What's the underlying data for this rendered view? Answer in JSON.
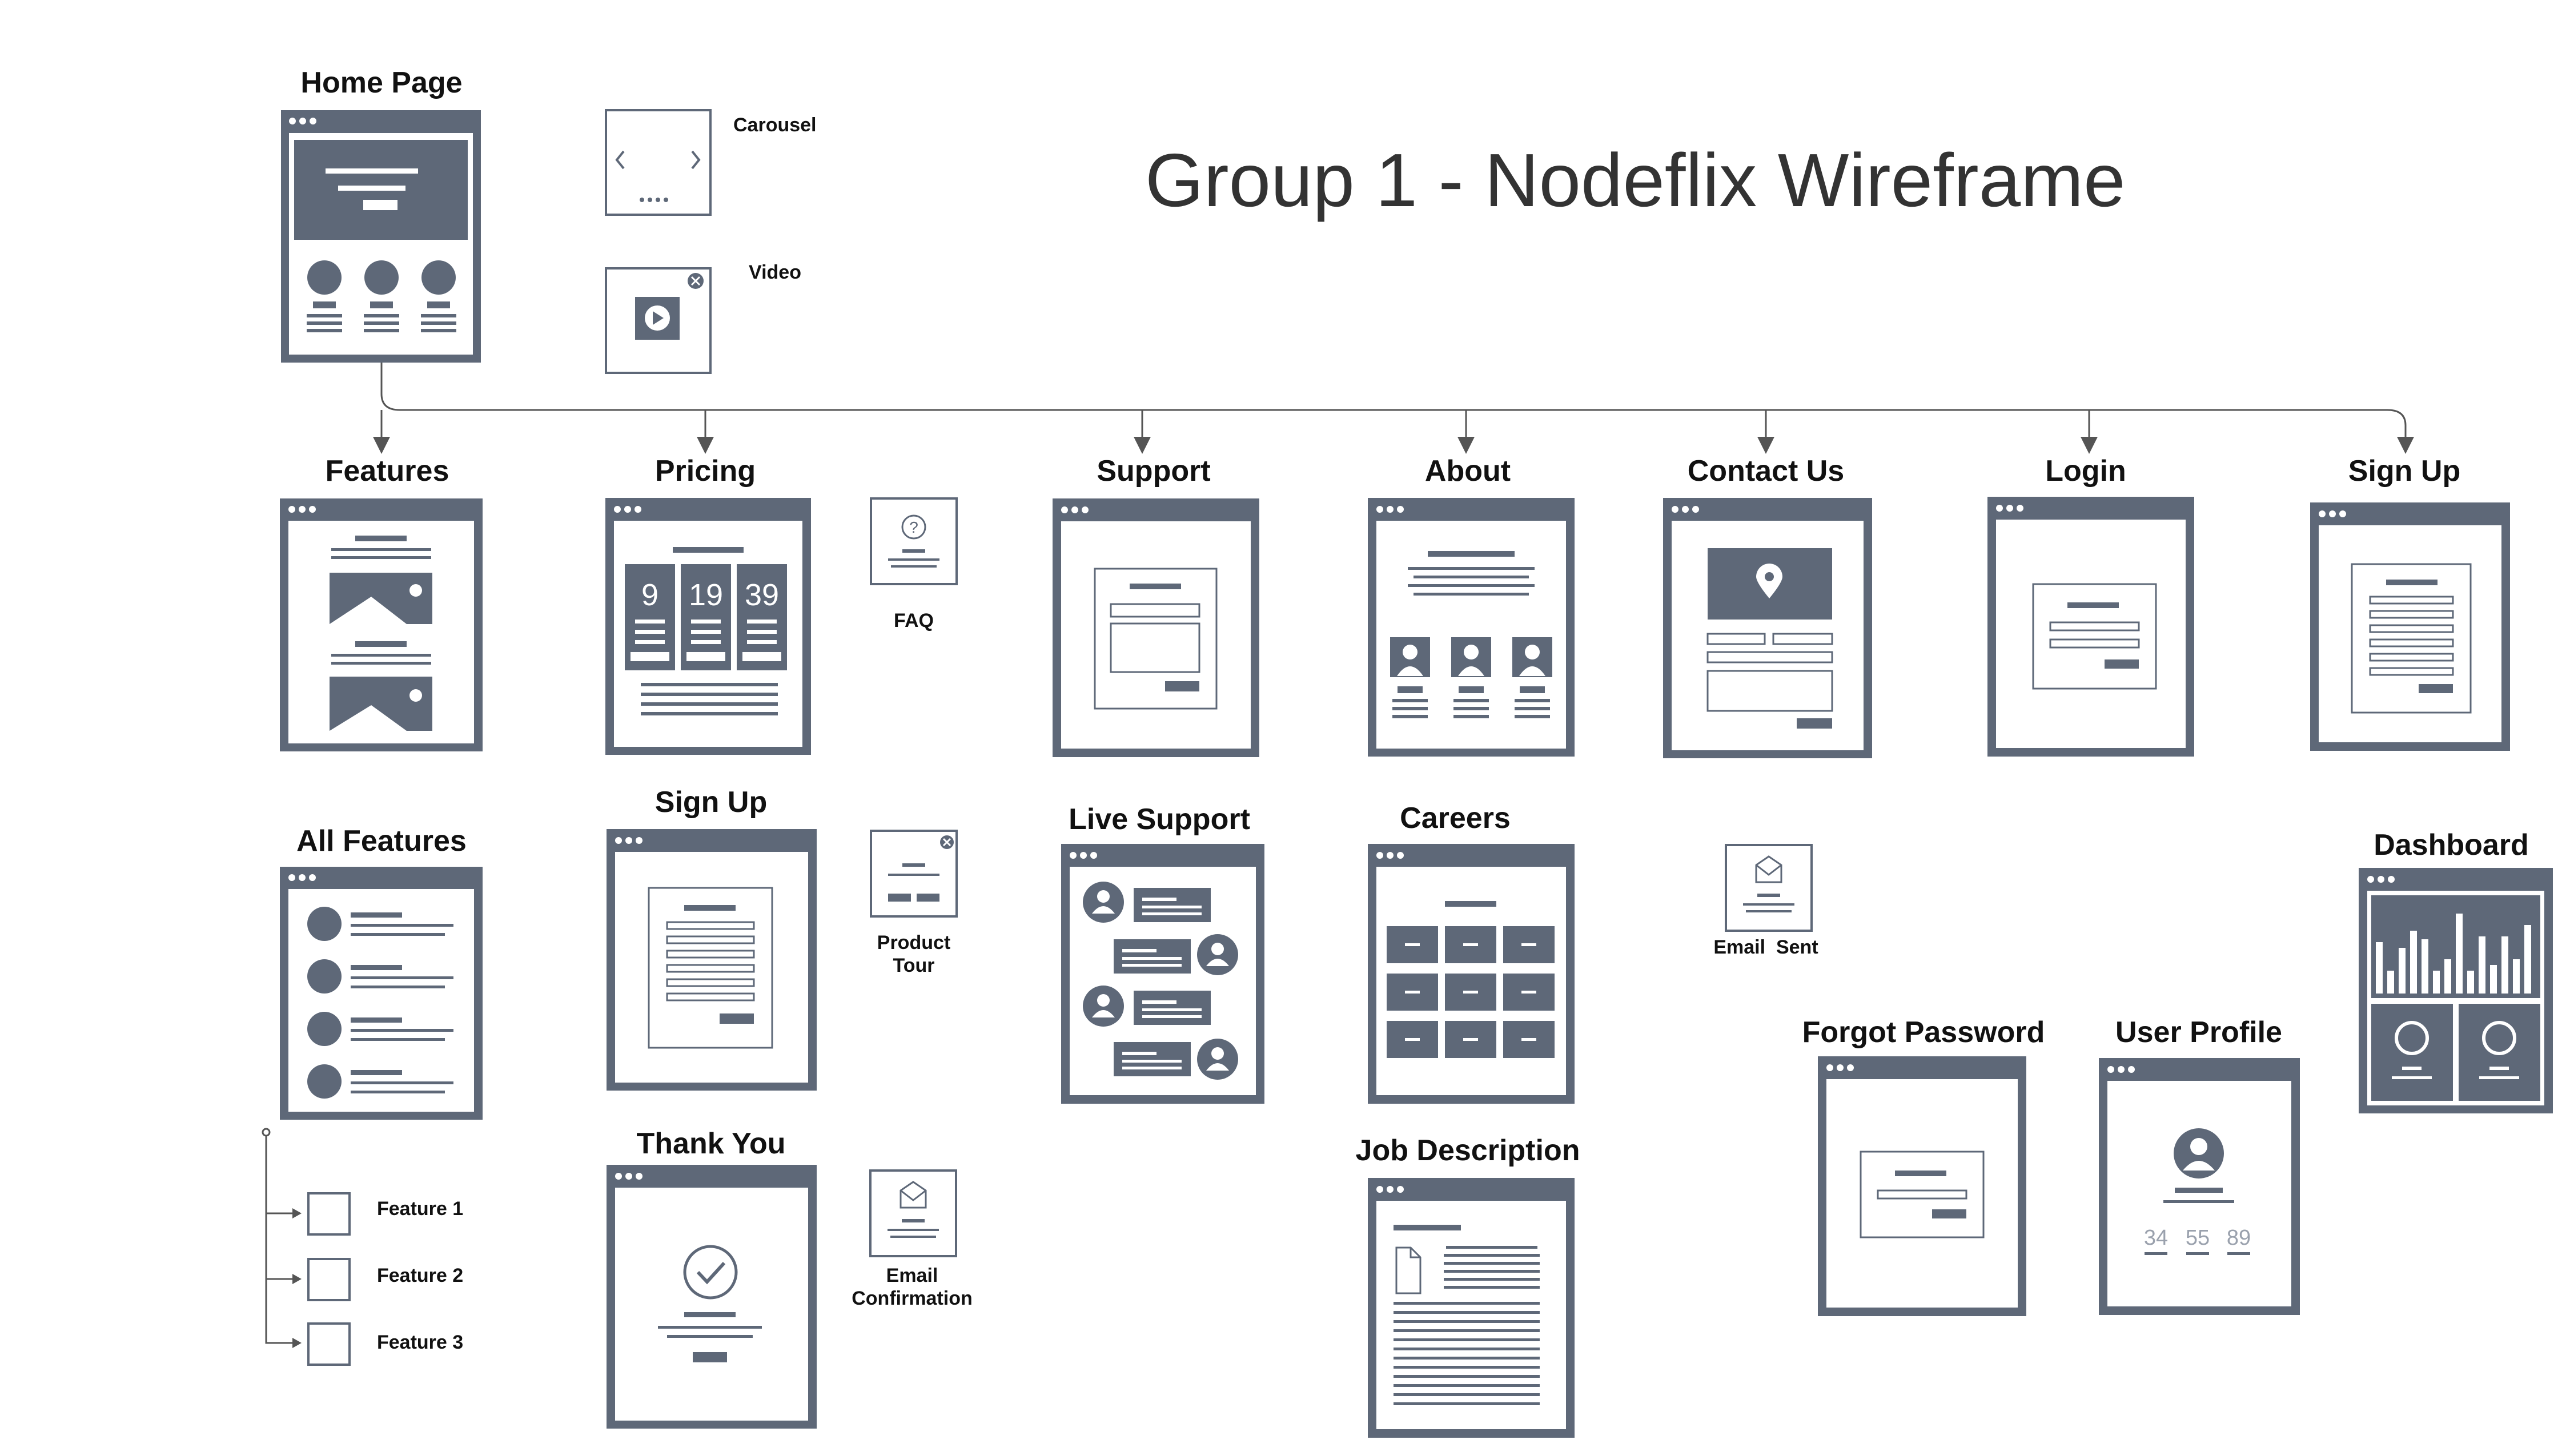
{
  "title": "Group 1 - Nodeflix Wireframe",
  "colors": {
    "frame": "#5e6878",
    "line": "#555555",
    "text": "#111111"
  },
  "pages": {
    "home": "Home Page",
    "features": "Features",
    "pricing": "Pricing",
    "support": "Support",
    "about": "About",
    "contact": "Contact Us",
    "login": "Login",
    "signup_top": "Sign Up",
    "all_features": "All Features",
    "signup_pricing": "Sign Up",
    "thank_you": "Thank You",
    "live_support": "Live Support",
    "careers": "Careers",
    "job_description": "Job Description",
    "forgot_password": "Forgot Password",
    "user_profile": "User Profile",
    "dashboard": "Dashboard"
  },
  "components": {
    "carousel": "Carousel",
    "video": "Video",
    "faq": "FAQ",
    "product_tour_1": "Product",
    "product_tour_2": "Tour",
    "email_confirmation_1": "Email",
    "email_confirmation_2": "Confirmation",
    "email_sent": "Email  Sent"
  },
  "feature_list": [
    "Feature 1",
    "Feature 2",
    "Feature 3"
  ],
  "pricing_tiers": [
    "9",
    "19",
    "39"
  ],
  "profile_stats": [
    "34",
    "55",
    "89"
  ]
}
